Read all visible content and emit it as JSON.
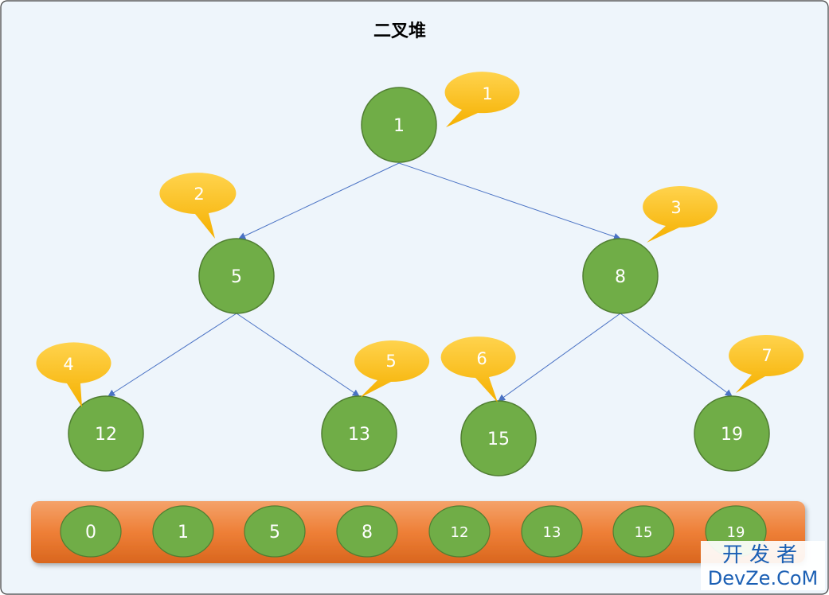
{
  "title": "二叉堆",
  "tree": {
    "nodes": [
      {
        "value": "1"
      },
      {
        "value": "5"
      },
      {
        "value": "8"
      },
      {
        "value": "12"
      },
      {
        "value": "13"
      },
      {
        "value": "15"
      },
      {
        "value": "19"
      }
    ],
    "callouts": [
      {
        "label": "1"
      },
      {
        "label": "2"
      },
      {
        "label": "3"
      },
      {
        "label": "4"
      },
      {
        "label": "5"
      },
      {
        "label": "6"
      },
      {
        "label": "7"
      }
    ]
  },
  "array": {
    "items": [
      "0",
      "1",
      "5",
      "8",
      "12",
      "13",
      "15",
      "19"
    ]
  },
  "watermark": {
    "line1": "开发者",
    "line2": "DevZe.CoM"
  },
  "colors": {
    "node_fill": "#70ad47",
    "callout": "#ffc000",
    "array_bar": "#ed7d31",
    "edge": "#4a72c4",
    "background": "#eef5fb"
  }
}
